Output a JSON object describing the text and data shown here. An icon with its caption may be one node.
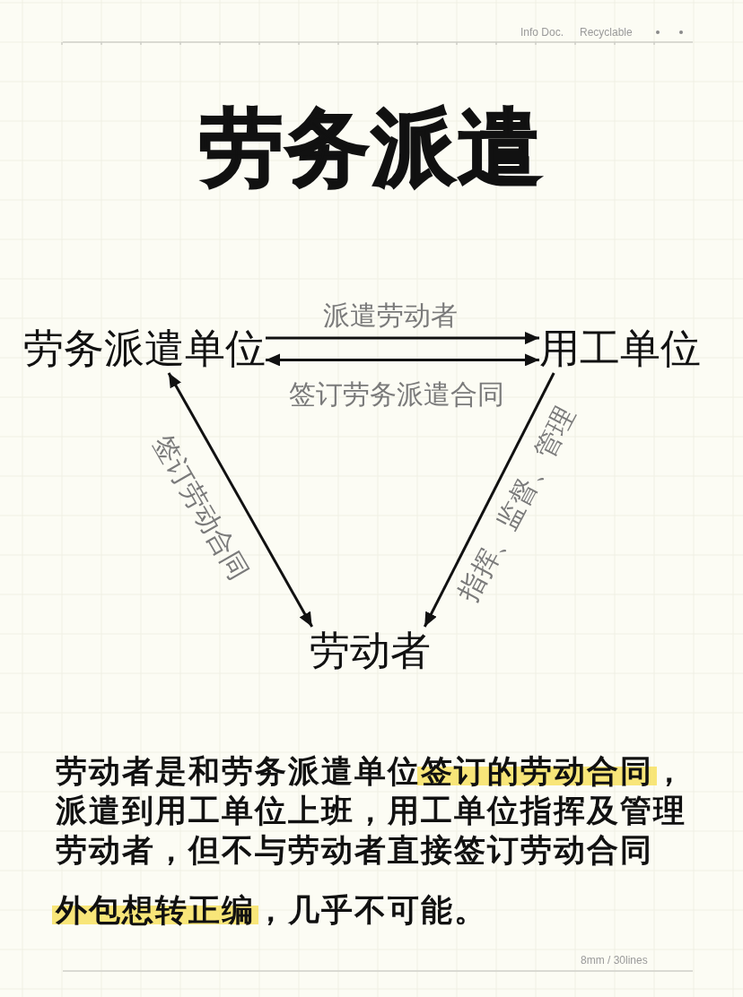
{
  "diagram": {
    "title": "劳务派遣",
    "nodes": [
      {
        "text": [
          "劳务派遣单位"
        ]
      },
      {
        "text": [
          "用工单位"
        ]
      },
      {
        "text": [
          "劳动者"
        ]
      }
    ],
    "edges": [
      {
        "from": 0,
        "to": 1,
        "arrow": "to",
        "label": "派遣劳动者"
      },
      {
        "from": 0,
        "to": 1,
        "arrow": "both",
        "label": "签订劳务派遣合同"
      },
      {
        "from": 0,
        "to": 2,
        "arrow": "both",
        "label": "签订劳动合同"
      },
      {
        "from": 1,
        "to": 2,
        "arrow": "to",
        "label": "指挥、监督、管理"
      }
    ],
    "labels": [
      "Info Doc.",
      "Recyclable",
      "劳动者是和劳务派遣单位**签订的劳动合同**，派遣到用工单位上班，用工单位指挥及管理劳动者，但不与劳动者直接签订劳动合同",
      "**外包想转正编**，几乎不可能。",
      "8mm / 30lines"
    ]
  }
}
